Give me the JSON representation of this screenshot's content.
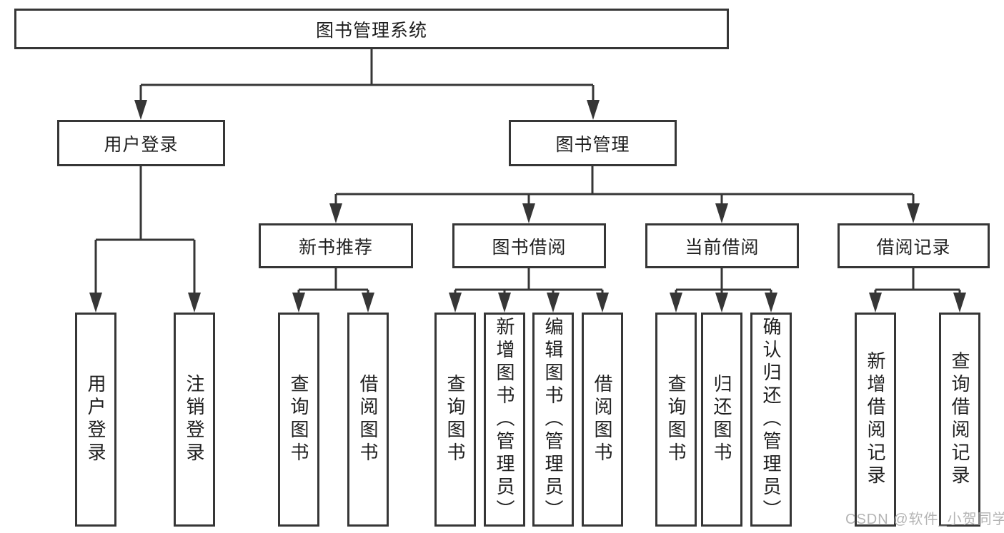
{
  "colors": {
    "line": "#363636",
    "text": "#1f1f1f",
    "background": "#ffffff",
    "watermark": "#b1b1b1"
  },
  "diagram": {
    "root": {
      "label": "图书管理系统"
    },
    "level2": [
      {
        "id": "user-login",
        "label": "用户登录"
      },
      {
        "id": "book-management",
        "label": "图书管理"
      }
    ],
    "level3": [
      {
        "id": "new-book-recommend",
        "label": "新书推荐"
      },
      {
        "id": "book-borrowing",
        "label": "图书借阅"
      },
      {
        "id": "current-borrowing",
        "label": "当前借阅"
      },
      {
        "id": "borrowing-records",
        "label": "借阅记录"
      }
    ],
    "leaves": {
      "user_login": [
        {
          "label": "用户登录"
        },
        {
          "label": "注销登录"
        }
      ],
      "new_book": [
        {
          "label": "查询图书"
        },
        {
          "label": "借阅图书"
        }
      ],
      "book_borrow": [
        {
          "label": "查询图书"
        },
        {
          "label": "新增图书（管理员）"
        },
        {
          "label": "编辑图书（管理员）"
        },
        {
          "label": "借阅图书"
        }
      ],
      "current_borrow": [
        {
          "label": "查询图书"
        },
        {
          "label": "归还图书"
        },
        {
          "label": "确认归还（管理员）"
        }
      ],
      "borrow_record": [
        {
          "label": "新增借阅记录"
        },
        {
          "label": "查询借阅记录"
        }
      ]
    },
    "watermark": "CSDN @软件_小贺同学"
  }
}
